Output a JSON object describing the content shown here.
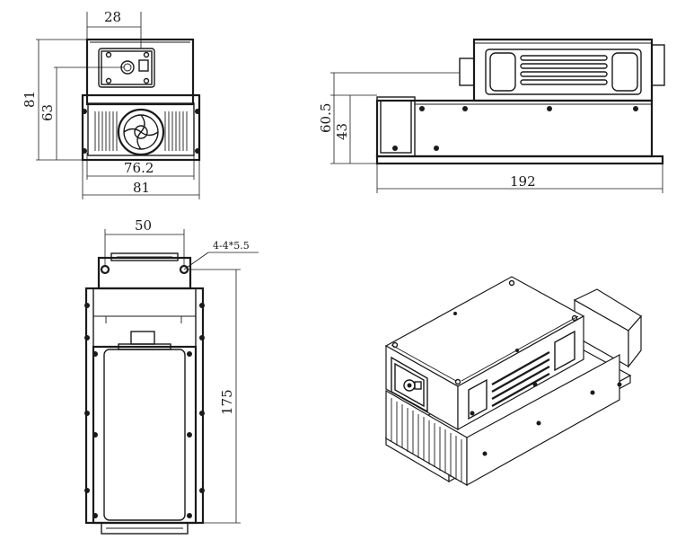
{
  "drawing": {
    "front_view": {
      "dim_top": "28",
      "dim_total_height": "81",
      "dim_mid_height": "63",
      "dim_inner_width": "76.2",
      "dim_total_width": "81"
    },
    "side_view": {
      "dim_total_height": "60.5",
      "dim_base_height": "43",
      "dim_length": "192"
    },
    "top_view": {
      "dim_width": "50",
      "dim_hole_note": "4-4*5.5",
      "dim_length": "175"
    }
  }
}
